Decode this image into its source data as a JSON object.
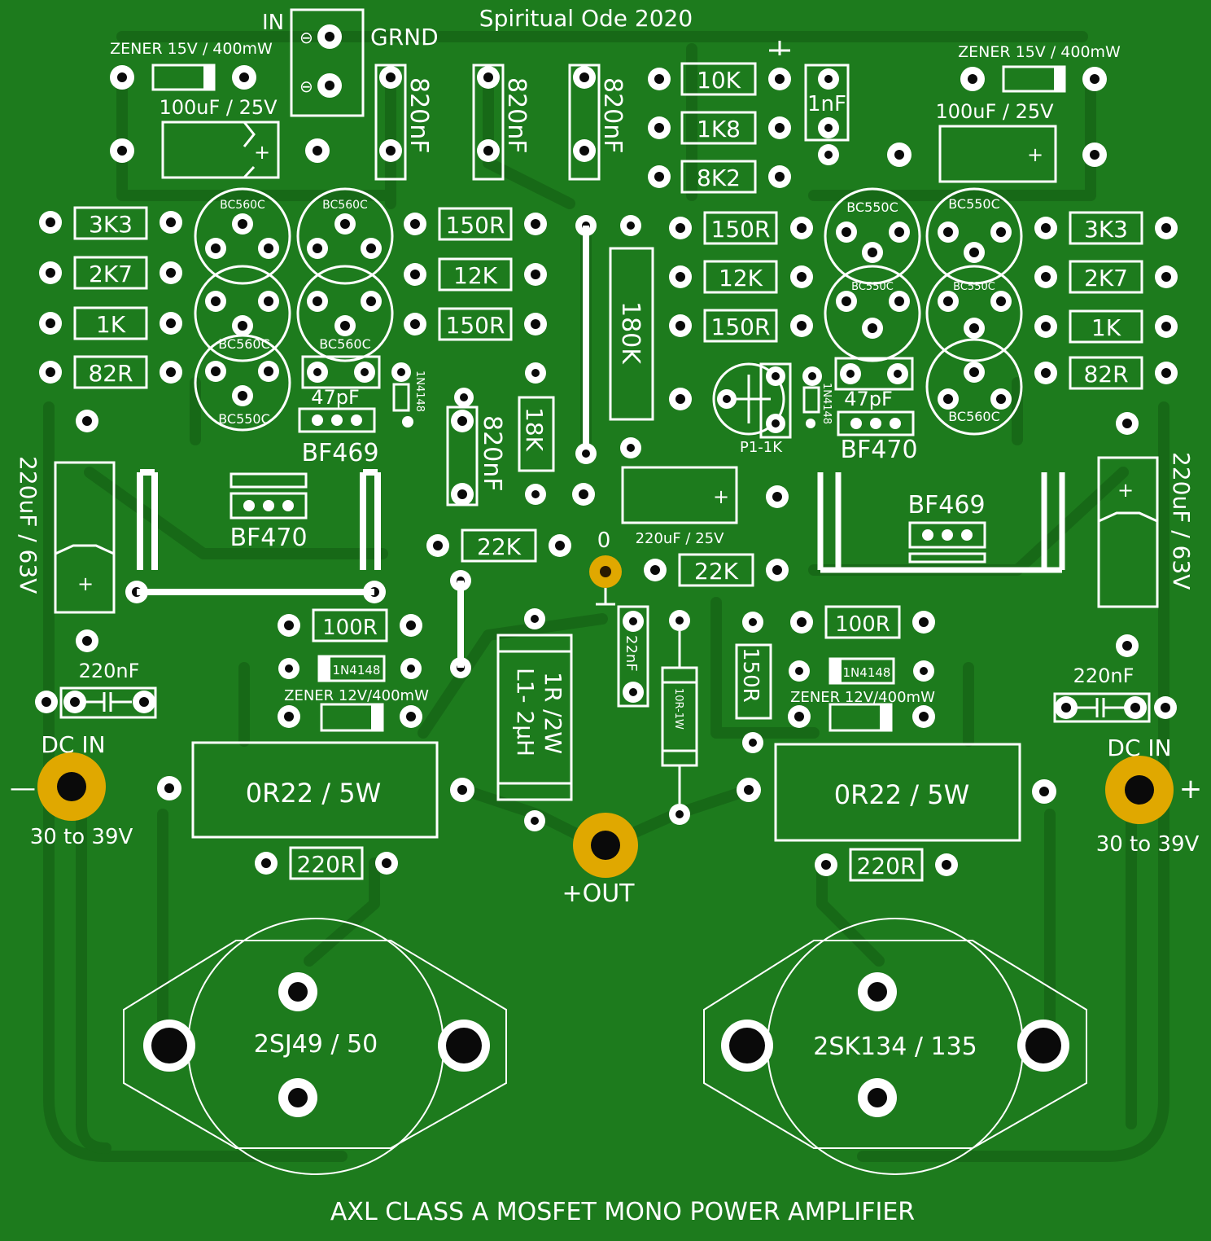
{
  "board": {
    "top_title": "Spiritual Ode 2020",
    "bottom_title": "AXL CLASS A MOSFET MONO POWER AMPLIFIER",
    "colors": {
      "board": "#1d7b1d",
      "trace": "#176917",
      "silkscreen": "#ffffff",
      "gold_pad": "#e0a800"
    }
  },
  "connectors": {
    "in": "IN",
    "grnd": "GRND",
    "dc_in_left": "DC IN",
    "dc_in_right": "DC IN",
    "volt_left": "30 to 39V",
    "volt_right": "30 to 39V",
    "minus": "—",
    "plus": "+",
    "out": "+OUT",
    "zero": "0"
  },
  "components": {
    "zener15_left": "ZENER 15V / 400mW",
    "zener15_right": "ZENER 15V / 400mW",
    "cap100_left": "100uF / 25V",
    "cap100_right": "100uF / 25V",
    "c820_1": "820nF",
    "c820_2": "820nF",
    "c820_3": "820nF",
    "c820_4": "820nF",
    "r10k": "10K",
    "r1k8": "1K8",
    "r8k2": "8K2",
    "c1nf": "1nF",
    "r3k3_l": "3K3",
    "r2k7_l": "2K7",
    "r1k_l": "1K",
    "r82r_l": "82R",
    "r3k3_r": "3K3",
    "r2k7_r": "2K7",
    "r1k_r": "1K",
    "r82r_r": "82R",
    "bc560c_1": "BC560C",
    "bc560c_2": "BC560C",
    "bc560c_3": "BC560C",
    "bc560c_4": "BC560C",
    "bc550c_l": "BC550C",
    "bc550c_r1": "BC550C",
    "bc550c_r2": "BC550C",
    "bc550c_r3": "BC550C",
    "bc550c_r4": "BC550C",
    "bc560c_r": "BC560C",
    "r150_1": "150R",
    "r12k_1": "12K",
    "r150_2": "150R",
    "r150_3": "150R",
    "r12k_2": "12K",
    "r150_4": "150R",
    "r180k": "180K",
    "r18k": "18K",
    "c47pf_l": "47pF",
    "c47pf_r": "47pF",
    "bf469_l": "BF469",
    "bf470_r": "BF470",
    "bf470_l": "BF470",
    "bf469_r": "BF469",
    "d1n4148_a": "1N4148",
    "d1n4148_b": "1N4148",
    "p1": "P1-1K",
    "cap220_25": "220uF / 25V",
    "cap220_63_l": "220uF / 63V",
    "cap220_63_r": "220uF / 63V",
    "r22k_l": "22K",
    "r22k_r": "22K",
    "r100_l": "100R",
    "r100_r": "100R",
    "d1n4148_l": "1N4148",
    "d1n4148_r": "1N4148",
    "zener12_l": "ZENER 12V/400mW",
    "zener12_r": "ZENER 12V/400mW",
    "c220nf_l": "220nF",
    "c220nf_r": "220nF",
    "c22nf": "22nF",
    "r10r": "10R-1W",
    "r150_v": "150R",
    "l1_a": "1R /2W",
    "l1_b": "L1- 2μH",
    "r022_l": "0R22 / 5W",
    "r022_r": "0R22 / 5W",
    "r220_l": "220R",
    "r220_r": "220R",
    "mosfet_l": "2SJ49 / 50",
    "mosfet_r": "2SK134 / 135"
  }
}
